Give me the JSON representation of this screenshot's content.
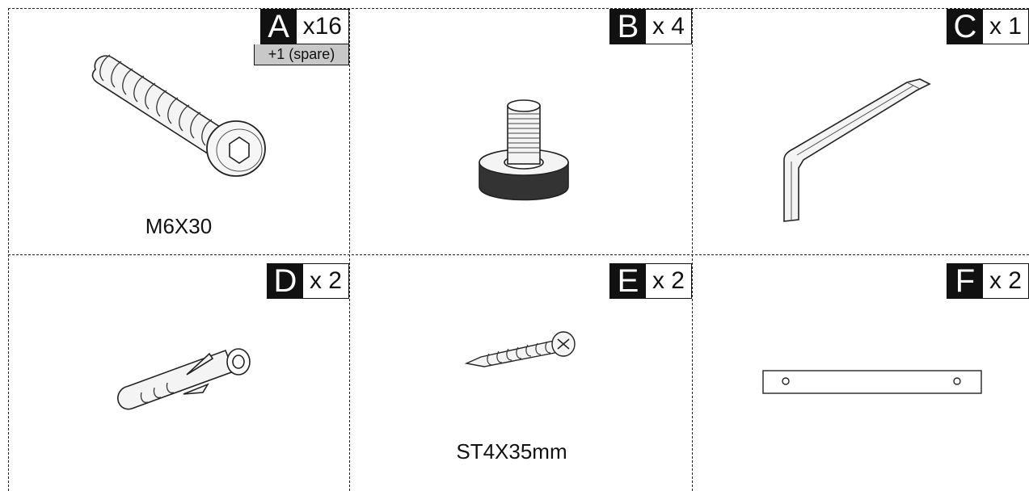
{
  "parts": [
    {
      "letter": "A",
      "qty": "x16",
      "spare": "+1  (spare)",
      "caption": "M6X30",
      "icon": "bolt-icon"
    },
    {
      "letter": "B",
      "qty": "x 4",
      "icon": "thumb-screw-icon"
    },
    {
      "letter": "C",
      "qty": "x 1",
      "icon": "allen-key-icon"
    },
    {
      "letter": "D",
      "qty": "x 2",
      "icon": "wall-anchor-icon"
    },
    {
      "letter": "E",
      "qty": "x 2",
      "caption": "ST4X35mm",
      "icon": "wood-screw-icon"
    },
    {
      "letter": "F",
      "qty": "x 2",
      "icon": "flat-bar-icon"
    }
  ]
}
